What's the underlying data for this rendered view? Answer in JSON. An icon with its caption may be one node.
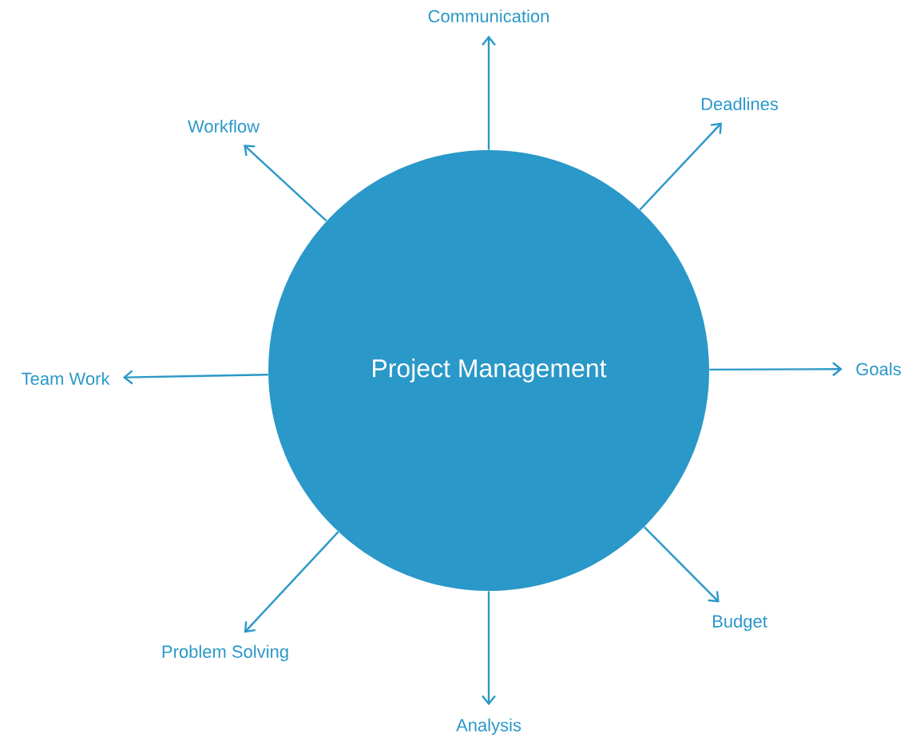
{
  "diagram": {
    "nodes": [
      {
        "text": [
          "Project Management"
        ]
      },
      {
        "text": [
          "Communication"
        ]
      },
      {
        "text": [
          "Deadlines"
        ]
      },
      {
        "text": [
          "Goals"
        ]
      },
      {
        "text": [
          "Budget"
        ]
      },
      {
        "text": [
          "Analysis"
        ]
      },
      {
        "text": [
          "Problem Solving"
        ]
      },
      {
        "text": [
          "Team Work"
        ]
      },
      {
        "text": [
          "Workflow"
        ]
      }
    ],
    "edges": [
      {
        "from": 0,
        "to": 1,
        "arrow": "to"
      },
      {
        "from": 0,
        "to": 2,
        "arrow": "to"
      },
      {
        "from": 0,
        "to": 3,
        "arrow": "to"
      },
      {
        "from": 0,
        "to": 4,
        "arrow": "to"
      },
      {
        "from": 0,
        "to": 5,
        "arrow": "to"
      },
      {
        "from": 0,
        "to": 6,
        "arrow": "to"
      },
      {
        "from": 0,
        "to": 7,
        "arrow": "to"
      },
      {
        "from": 0,
        "to": 8,
        "arrow": "to"
      }
    ]
  }
}
